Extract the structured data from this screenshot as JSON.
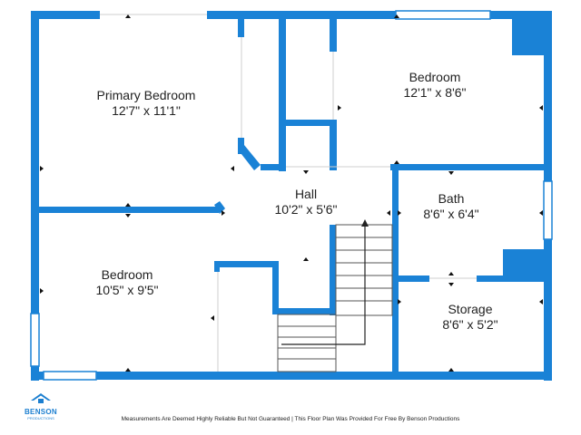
{
  "rooms": [
    {
      "id": "primary-bedroom",
      "name": "Primary Bedroom",
      "size": "12'7\" x 11'1\""
    },
    {
      "id": "bedroom-ne",
      "name": "Bedroom",
      "size": "12'1\" x 8'6\""
    },
    {
      "id": "hall",
      "name": "Hall",
      "size": "10'2\" x 5'6\""
    },
    {
      "id": "bath",
      "name": "Bath",
      "size": "8'6\" x 6'4\""
    },
    {
      "id": "bedroom-sw",
      "name": "Bedroom",
      "size": "10'5\" x 9'5\""
    },
    {
      "id": "storage",
      "name": "Storage",
      "size": "8'6\" x 5'2\""
    }
  ],
  "logo": {
    "name": "BENSON",
    "tagline": "PRODUCTIONS"
  },
  "footer": "Measurements Are Deemed Highly Reliable But Not Guaranteed | This Floor Plan Was Provided For Free By Benson Productions",
  "colors": {
    "wall": "#1a82d6",
    "window": "#1a82d6",
    "stair": "#555555"
  }
}
